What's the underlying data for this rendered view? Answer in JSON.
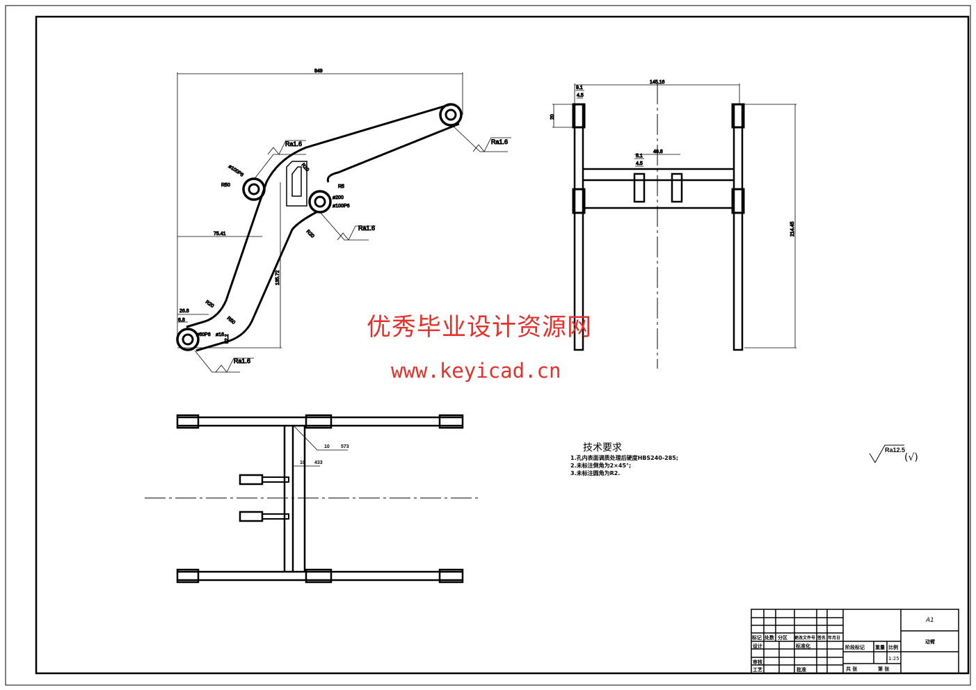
{
  "watermark": {
    "title": "优秀毕业设计资源网",
    "url": "www.keyicad.cn"
  },
  "side_view": {
    "dims": {
      "overall_width": "849",
      "left_offset": "75.41",
      "height": "135.72",
      "d1": "26.8",
      "d2": "6.8",
      "bore": "ø100P6",
      "outer": "ø200",
      "bore2": "ø100P6",
      "r1": "R50",
      "r2": "R5",
      "r3": "R20",
      "r4": "R20",
      "r5": "R20",
      "r6": "R50",
      "pin": "ø60P6",
      "hole": "ø16",
      "h2": "52.2"
    },
    "roughness": [
      "Ra1.6",
      "Ra1.6",
      "Ra1.6",
      "Ra1.6"
    ]
  },
  "front_view": {
    "dims": {
      "width": "145.16",
      "t1": "9.1",
      "t2": "4.5",
      "h1": "20",
      "pin_spacing": "40.8",
      "p1": "5.1",
      "p2": "4.5",
      "height": "214.45"
    }
  },
  "top_view": {
    "welds": [
      {
        "size": "10",
        "length": "573"
      },
      {
        "size": "10",
        "length": "433"
      }
    ]
  },
  "technical_requirements": {
    "title": "技术要求",
    "items": [
      "1.孔内表面调质处理后硬度HBS240-285;",
      "2.未标注倒角为2×45°;",
      "3.未标注圆角为R2."
    ]
  },
  "general_roughness": {
    "value": "Ra12.5",
    "symbol": "(√)"
  },
  "title_block": {
    "header_row": [
      "标记",
      "处数",
      "分区",
      "更改文件号",
      "签名",
      "年月日"
    ],
    "design": "设计",
    "standardization": "标准化",
    "review": "审核",
    "process": "工艺",
    "approve": "批准",
    "stage_mark": "阶段标记",
    "weight": "重量",
    "scale_label": "比例",
    "scale": "1:25",
    "sheets_total": "共 张",
    "sheet_no": "第 张",
    "size": "A1",
    "part_name": "动臂"
  }
}
